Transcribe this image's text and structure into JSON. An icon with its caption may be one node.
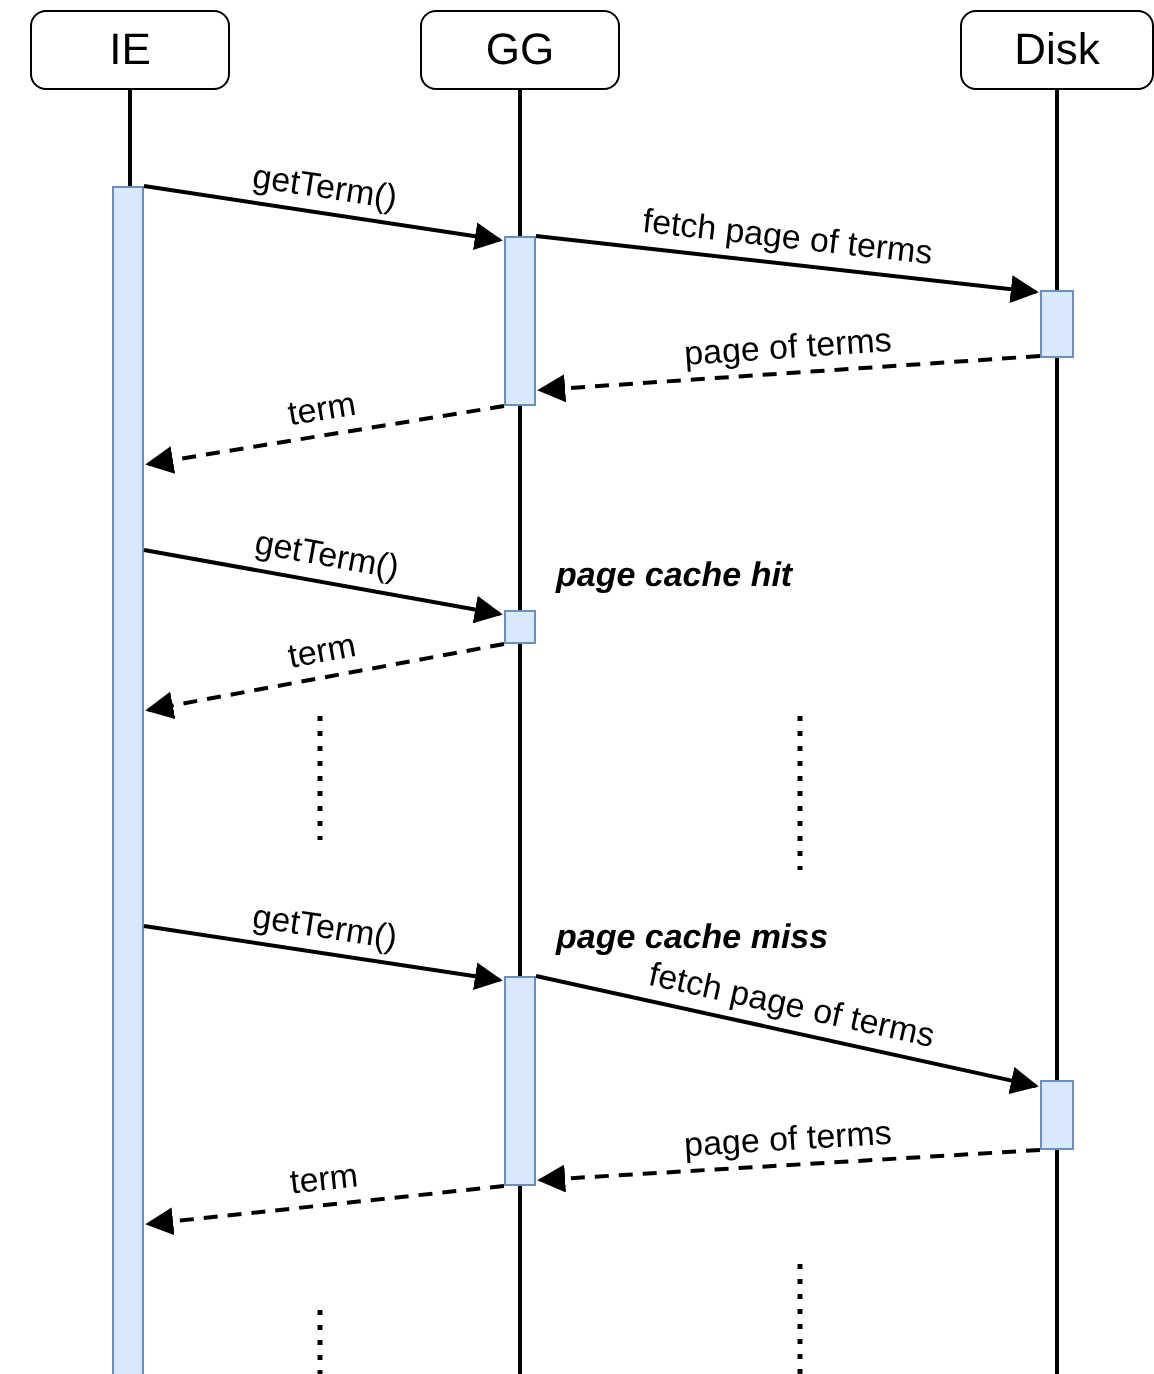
{
  "diagram": {
    "nodes": [
      {
        "text": [
          "IE"
        ]
      },
      {
        "text": [
          "GG"
        ]
      },
      {
        "text": [
          "Disk"
        ]
      },
      {
        "text": [],
        "shape": "bar"
      },
      {
        "text": [],
        "shape": "bar"
      },
      {
        "text": [],
        "shape": "bar"
      },
      {
        "text": [],
        "shape": "bar"
      },
      {
        "text": [],
        "shape": "bar"
      },
      {
        "text": [],
        "shape": "bar"
      }
    ],
    "edges": [
      {
        "from": 3,
        "to": 4,
        "arrow": "to",
        "label": "getTerm()"
      },
      {
        "from": 4,
        "to": 5,
        "arrow": "to",
        "label": "fetch page of terms"
      },
      {
        "from": 5,
        "to": 4,
        "arrow": "to",
        "label": "page of terms",
        "style": "dashed"
      },
      {
        "from": 4,
        "to": 3,
        "arrow": "to",
        "label": "term",
        "style": "dashed"
      },
      {
        "from": 3,
        "to": 6,
        "arrow": "to",
        "label": "getTerm()"
      },
      {
        "from": 6,
        "to": 3,
        "arrow": "to",
        "label": "term",
        "style": "dashed"
      },
      {
        "from": 3,
        "to": 7,
        "arrow": "to",
        "label": "getTerm()"
      },
      {
        "from": 7,
        "to": 8,
        "arrow": "to",
        "label": "fetch page of terms"
      },
      {
        "from": 8,
        "to": 7,
        "arrow": "to",
        "label": "page of terms",
        "style": "dashed"
      },
      {
        "from": 7,
        "to": 3,
        "arrow": "to",
        "label": "term",
        "style": "dashed"
      },
      {
        "from": 0,
        "to": 3,
        "arrow": "none"
      },
      {
        "from": 1,
        "to": 4,
        "arrow": "none"
      },
      {
        "from": 4,
        "to": 6,
        "arrow": "none"
      },
      {
        "from": 6,
        "to": 7,
        "arrow": "none"
      },
      {
        "from": 7,
        "to": null,
        "arrow": "none"
      },
      {
        "from": 2,
        "to": 5,
        "arrow": "none"
      },
      {
        "from": 5,
        "to": 8,
        "arrow": "none"
      },
      {
        "from": 8,
        "to": null,
        "arrow": "none"
      }
    ],
    "labels": [
      "page cache hit",
      "page cache miss"
    ]
  }
}
